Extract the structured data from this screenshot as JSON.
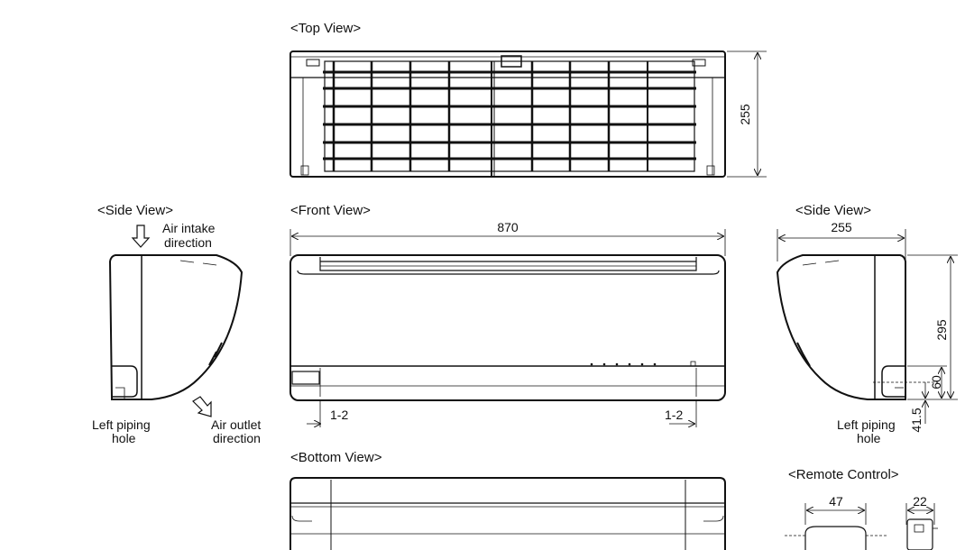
{
  "views": {
    "top_view_title": "<Top View>",
    "side_view_left_title": "<Side View>",
    "front_view_title": "<Front View>",
    "side_view_right_title": "<Side View>",
    "bottom_view_title": "<Bottom View>",
    "remote_control_title": "<Remote Control>"
  },
  "labels": {
    "air_intake_line1": "Air intake",
    "air_intake_line2": "direction",
    "air_outlet_line1": "Air outlet",
    "air_outlet_line2": "direction",
    "left_piping_line1": "Left piping",
    "left_piping_line2": "hole",
    "right_left_piping_line1": "Left piping",
    "right_left_piping_line2": "hole"
  },
  "dimensions": {
    "top_depth": "255",
    "front_width": "870",
    "front_left_offset": "1-2",
    "front_right_offset": "1-2",
    "side_width": "255",
    "side_height": "295",
    "side_pipe_height": "60",
    "side_pipe_offset": "41.5",
    "remote_width": "47",
    "remote_depth": "22"
  }
}
